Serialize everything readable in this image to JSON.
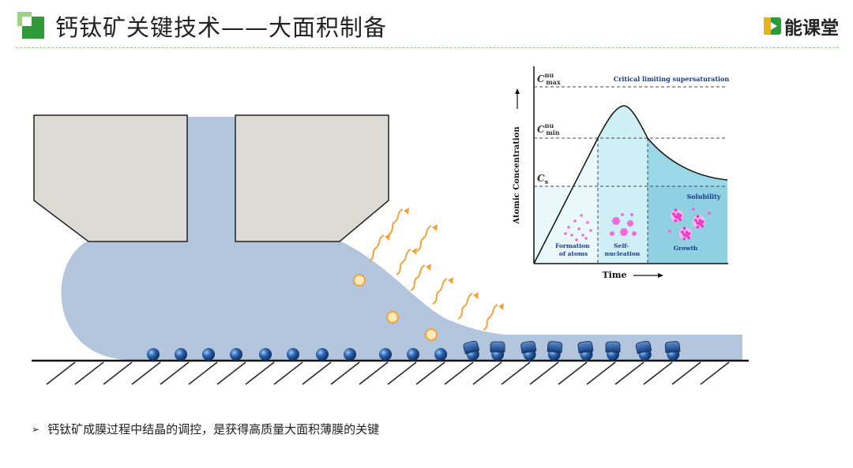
{
  "header": {
    "title": "钙钛矿关键技术——大面积制备",
    "brand": "能课堂",
    "accent_color": "#3aa534"
  },
  "figure": {
    "inset": {
      "y_axis_label": "Atomic Concentration",
      "x_axis_label": "Time",
      "levels": {
        "max": {
          "c": "C",
          "sup": "nu",
          "sub": "max"
        },
        "min": {
          "c": "C",
          "sup": "nu",
          "sub": "min"
        },
        "s": {
          "c": "C",
          "sub": "s"
        }
      },
      "critical_label": "Critical limiting supersaturation",
      "solubility_label": "Solubility",
      "phases": [
        {
          "line1": "Formation",
          "line2": "of atoms"
        },
        {
          "line1": "Self-",
          "line2": "nucleation"
        },
        {
          "line1": "Growth",
          "line2": ""
        }
      ]
    }
  },
  "bullet": {
    "marker": "➢",
    "text": "钙钛矿成膜过程中结晶的调控，是获得高质量大面积薄膜的关键"
  }
}
